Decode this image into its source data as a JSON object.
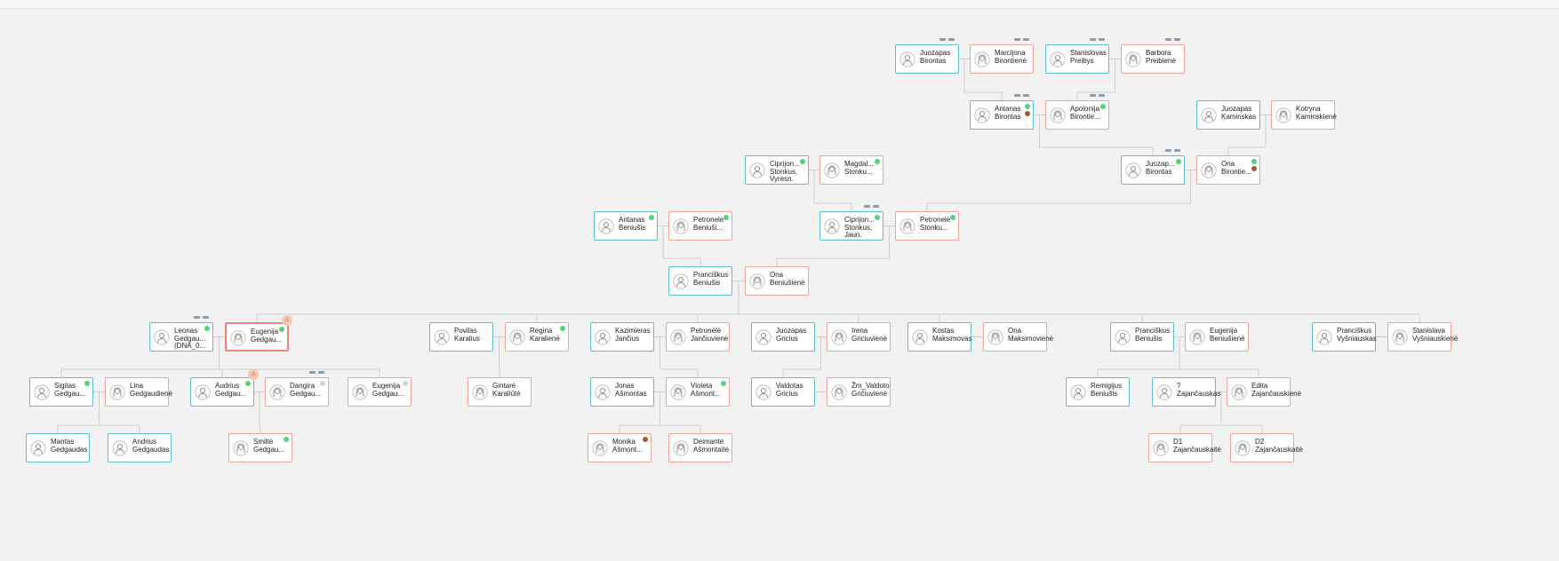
{
  "colors": {
    "male_border": "#5bbfd0",
    "female_border": "#f0a399",
    "selected_border": "#f08478",
    "connector": "#cfcfcf",
    "status_green": "#55d37a",
    "status_brown": "#a05a36"
  },
  "people": [
    {
      "id": "juozapas_bir1",
      "name": "Juozapas\nBirontas",
      "sex": "m",
      "expand": true
    },
    {
      "id": "marcijona",
      "name": "Marcijona\nBirontienė",
      "sex": "f",
      "expand": true
    },
    {
      "id": "stanislovas_p",
      "name": "Stanislovas\nPreibys",
      "sex": "m",
      "expand": true
    },
    {
      "id": "barbora",
      "name": "Barbora\nPreibienė",
      "sex": "f",
      "expand": true
    },
    {
      "id": "antanas_bir",
      "name": "Antanas\nBirontas",
      "sex": "m",
      "expand": true,
      "dots": [
        "green",
        "brown"
      ]
    },
    {
      "id": "apolonija",
      "name": "Apolonija\nBirontie...",
      "sex": "f",
      "expand": true,
      "dots": [
        "green"
      ]
    },
    {
      "id": "juozapas_kam",
      "name": "Juozapas\nKaminskas",
      "sex": "m"
    },
    {
      "id": "kotryna",
      "name": "Kotryna\nKaminskienė",
      "sex": "f"
    },
    {
      "id": "ciprijon_vyr",
      "name": "Ciprijon...\nStonkus,\nVyresn.",
      "sex": "m",
      "dots": [
        "green"
      ]
    },
    {
      "id": "magdal",
      "name": "Magdal...\nStonku...",
      "sex": "f",
      "dots": [
        "green"
      ]
    },
    {
      "id": "juozap_bir2",
      "name": "Juozap...\nBirontas",
      "sex": "m",
      "expand": true,
      "dots": [
        "green"
      ]
    },
    {
      "id": "ona_bir",
      "name": "Ona\nBirontie...",
      "sex": "f",
      "dots": [
        "green",
        "brown"
      ]
    },
    {
      "id": "antanas_ben",
      "name": "Antanas\nBeniušis",
      "sex": "m",
      "dots": [
        "green"
      ]
    },
    {
      "id": "petronele_ben",
      "name": "Petronelė\nBeniuši...",
      "sex": "f",
      "dots": [
        "green"
      ]
    },
    {
      "id": "ciprijon_jau",
      "name": "Ciprijon...\nStonkus,\nJaun.",
      "sex": "m",
      "expand": true,
      "dots": [
        "green"
      ]
    },
    {
      "id": "petronele_st",
      "name": "Petronelė\nStonku...",
      "sex": "f",
      "dots": [
        "green"
      ]
    },
    {
      "id": "pranciskus_ben",
      "name": "Pranciškus\nBeniušis",
      "sex": "m"
    },
    {
      "id": "ona_ben",
      "name": "Ona\nBeniušienė",
      "sex": "f"
    },
    {
      "id": "leonas",
      "name": "Leonas\nGedgau...\n(DNA_0...",
      "sex": "m",
      "expand": true,
      "dots": [
        "green"
      ]
    },
    {
      "id": "eugenija_g",
      "name": "Eugenija\nGedgau...",
      "sex": "f",
      "selected": true,
      "family": true,
      "dots": [
        "green"
      ]
    },
    {
      "id": "povilas",
      "name": "Povilas\nKaralius",
      "sex": "m"
    },
    {
      "id": "regina",
      "name": "Regina\nKaralienė",
      "sex": "f",
      "dots": [
        "green"
      ]
    },
    {
      "id": "kazimieras",
      "name": "Kazimieras\nJančius",
      "sex": "m"
    },
    {
      "id": "petronele_j",
      "name": "Petronėlė\nJančiuvienė",
      "sex": "f"
    },
    {
      "id": "juozapas_g",
      "name": "Juozapas\nGricius",
      "sex": "m"
    },
    {
      "id": "irena",
      "name": "Irena\nGriciuvienė",
      "sex": "f"
    },
    {
      "id": "kostas",
      "name": "Kostas\nMaksimovas",
      "sex": "m"
    },
    {
      "id": "ona_m",
      "name": "Ona\nMaksimovienė",
      "sex": "f"
    },
    {
      "id": "pranciskus_ben2",
      "name": "Pranciškus\nBeniušis",
      "sex": "m"
    },
    {
      "id": "eugenija_ben",
      "name": "Eugenija\nBeniušienė",
      "sex": "f"
    },
    {
      "id": "pranciskus_v",
      "name": "Pranciškus\nVyšniauskas",
      "sex": "m"
    },
    {
      "id": "stanislava",
      "name": "Stanislava\nVyšniauskienė",
      "sex": "f"
    },
    {
      "id": "sigitas",
      "name": "Sigitas\nGedgau...",
      "sex": "m",
      "dots": [
        "green"
      ]
    },
    {
      "id": "lina",
      "name": "Lina\nGedgaudienė",
      "sex": "f"
    },
    {
      "id": "audrius",
      "name": "Audrius\nGedgau...",
      "sex": "m",
      "family": true,
      "dots": [
        "green"
      ]
    },
    {
      "id": "dangira",
      "name": "Dangira\nGedgau...",
      "sex": "f",
      "expand": true,
      "dots": [
        "grey"
      ]
    },
    {
      "id": "eugenija_g2",
      "name": "Eugenija\nGedgau...",
      "sex": "f",
      "dots": [
        "grey"
      ]
    },
    {
      "id": "gintare",
      "name": "Gintarė\nKaraliūtė",
      "sex": "f"
    },
    {
      "id": "jonas",
      "name": "Jonas\nAšmontas",
      "sex": "m"
    },
    {
      "id": "violeta",
      "name": "Violeta\nAšmont...",
      "sex": "f",
      "dots": [
        "green"
      ]
    },
    {
      "id": "valdotas",
      "name": "Valdotas\nGricius",
      "sex": "m"
    },
    {
      "id": "zm_valdoto",
      "name": "Žm_Valdoto\nGričiuvienė",
      "sex": "f"
    },
    {
      "id": "remigijus",
      "name": "Remigijus\nBeniušis",
      "sex": "m"
    },
    {
      "id": "zajancauskas",
      "name": "?\nZajančauskas",
      "sex": "m"
    },
    {
      "id": "edita",
      "name": "Edita\nZajančauskienė",
      "sex": "f"
    },
    {
      "id": "mantas",
      "name": "Mantas\nGedgaudas",
      "sex": "m"
    },
    {
      "id": "andrius",
      "name": "Andrius\nGedgaudas",
      "sex": "m"
    },
    {
      "id": "smilte",
      "name": "Smiltė\nGedgau...",
      "sex": "f",
      "dots": [
        "green"
      ]
    },
    {
      "id": "monika",
      "name": "Monika\nAšmont...",
      "sex": "f",
      "dots": [
        "brown"
      ]
    },
    {
      "id": "deimante",
      "name": "Deimantė\nAšmontaitė",
      "sex": "f"
    },
    {
      "id": "d1",
      "name": "D1\nZajančauskaitė",
      "sex": "f"
    },
    {
      "id": "d2",
      "name": "D2\nZajančauskaitė",
      "sex": "f"
    }
  ],
  "couples": [
    [
      "juozapas_bir1",
      "marcijona"
    ],
    [
      "stanislovas_p",
      "barbora"
    ],
    [
      "antanas_bir",
      "apolonija"
    ],
    [
      "juozapas_kam",
      "kotryna"
    ],
    [
      "ciprijon_vyr",
      "magdal"
    ],
    [
      "juozap_bir2",
      "ona_bir"
    ],
    [
      "antanas_ben",
      "petronele_ben"
    ],
    [
      "ciprijon_jau",
      "petronele_st"
    ],
    [
      "pranciskus_ben",
      "ona_ben"
    ],
    [
      "leonas",
      "eugenija_g"
    ],
    [
      "povilas",
      "regina"
    ],
    [
      "kazimieras",
      "petronele_j"
    ],
    [
      "juozapas_g",
      "irena"
    ],
    [
      "kostas",
      "ona_m"
    ],
    [
      "pranciskus_ben2",
      "eugenija_ben"
    ],
    [
      "pranciskus_v",
      "stanislava"
    ],
    [
      "sigitas",
      "lina"
    ],
    [
      "audrius",
      "dangira"
    ],
    [
      "jonas",
      "violeta"
    ],
    [
      "valdotas",
      "zm_valdoto"
    ],
    [
      "zajancauskas",
      "edita"
    ]
  ],
  "parent_links": [
    {
      "parents": [
        "juozapas_bir1",
        "marcijona"
      ],
      "child": "antanas_bir"
    },
    {
      "parents": [
        "stanislovas_p",
        "barbora"
      ],
      "child": "apolonija"
    },
    {
      "parents": [
        "antanas_bir",
        "apolonija"
      ],
      "child": "juozap_bir2"
    },
    {
      "parents": [
        "juozapas_kam",
        "kotryna"
      ],
      "child": "ona_bir"
    },
    {
      "parents": [
        "ciprijon_vyr",
        "magdal"
      ],
      "child": "ciprijon_jau"
    },
    {
      "parents": [
        "juozap_bir2",
        "ona_bir"
      ],
      "child": "petronele_st"
    },
    {
      "parents": [
        "antanas_ben",
        "petronele_ben"
      ],
      "child": "pranciskus_ben"
    },
    {
      "parents": [
        "ciprijon_jau",
        "petronele_st"
      ],
      "child": "ona_ben"
    },
    {
      "parents": [
        "pranciskus_ben",
        "ona_ben"
      ],
      "children": [
        "eugenija_g",
        "regina",
        "petronele_j",
        "irena",
        "kostas",
        "pranciskus_ben2",
        "stanislava"
      ]
    },
    {
      "parents": [
        "leonas",
        "eugenija_g"
      ],
      "children": [
        "sigitas",
        "audrius",
        "eugenija_g2"
      ]
    },
    {
      "parents": [
        "povilas",
        "regina"
      ],
      "child": "gintare"
    },
    {
      "parents": [
        "kazimieras",
        "petronele_j"
      ],
      "child": "violeta"
    },
    {
      "parents": [
        "juozapas_g",
        "irena"
      ],
      "child": "valdotas"
    },
    {
      "parents": [
        "pranciskus_ben2",
        "eugenija_ben"
      ],
      "children": [
        "remigijus",
        "edita"
      ]
    },
    {
      "parents": [
        "sigitas",
        "lina"
      ],
      "children": [
        "mantas",
        "andrius"
      ]
    },
    {
      "parents": [
        "audrius",
        "dangira"
      ],
      "child": "smilte"
    },
    {
      "parents": [
        "jonas",
        "violeta"
      ],
      "children": [
        "monika",
        "deimante"
      ]
    },
    {
      "parents": [
        "zajancauskas",
        "edita"
      ],
      "children": [
        "d1",
        "d2"
      ]
    }
  ]
}
